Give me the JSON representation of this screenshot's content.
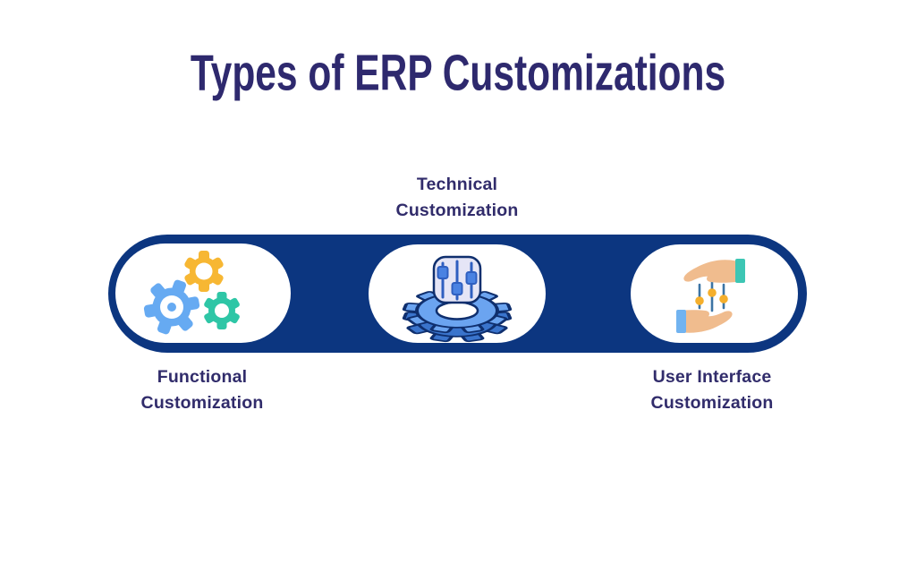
{
  "page": {
    "title": "Types of ERP Customizations"
  },
  "items": [
    {
      "id": "functional",
      "line1": "Functional",
      "line2": "Customization",
      "icon": "gears-icon"
    },
    {
      "id": "technical",
      "line1": "Technical",
      "line2": "Customization",
      "icon": "gear-control-panel-icon"
    },
    {
      "id": "user-interface",
      "line1": "User Interface",
      "line2": "Customization",
      "icon": "hands-sliders-icon"
    }
  ],
  "colors": {
    "title_text": "#2e296e",
    "label_text": "#312c6b",
    "bar_fill": "#0c3680",
    "card_fill": "#ffffff",
    "gear_yellow": "#f7b733",
    "gear_blue": "#66aaf2",
    "gear_teal": "#2ec6a6",
    "gear3d_light": "#6ba4f0",
    "gear3d_dark": "#3a74cc",
    "gear3d_outline": "#0f2f6e",
    "panel_fill": "#e5e5f6",
    "slider_stroke": "#2f5fc0",
    "slider_knob": "#4a82e2",
    "hand_skin": "#f0bc8e",
    "cuff_teal": "#3dc6b4",
    "cuff_blue": "#71b3f0",
    "ui_slider_line": "#3c74a4",
    "ui_knob_yellow": "#f5af2c"
  }
}
